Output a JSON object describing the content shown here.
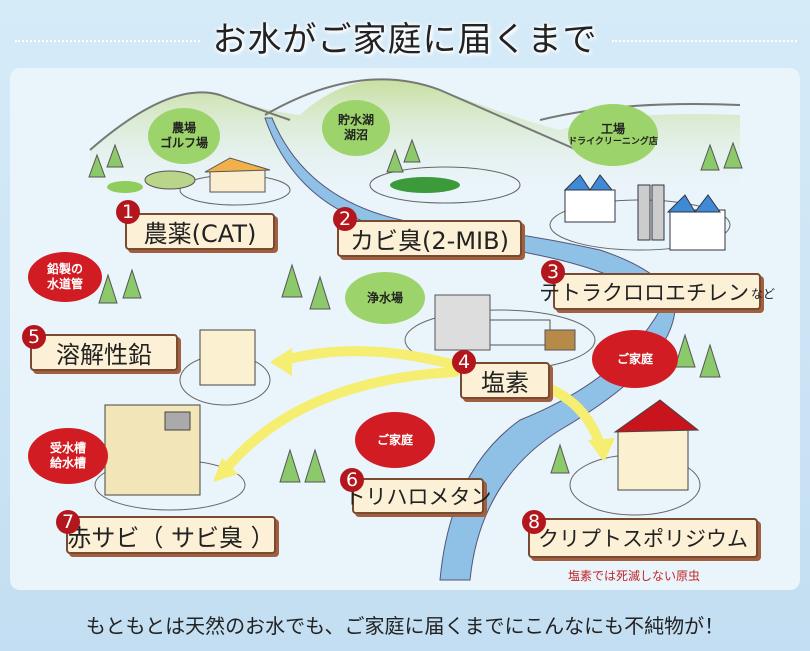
{
  "title": "お水がご家庭に届くまで",
  "labels": [
    {
      "num": "1",
      "text": "農薬(CAT)"
    },
    {
      "num": "2",
      "text": "カビ臭(2-MIB)"
    },
    {
      "num": "3",
      "text": "テトラクロロエチレン",
      "suffix": "など"
    },
    {
      "num": "4",
      "text": "塩素"
    },
    {
      "num": "5",
      "text": "溶解性鉛"
    },
    {
      "num": "6",
      "text": "トリハロメタン"
    },
    {
      "num": "7",
      "text": "赤サビ（ サビ臭 ）"
    },
    {
      "num": "8",
      "text": "クリプトスポリジウム"
    }
  ],
  "bubbles": {
    "farm": [
      "農場",
      "ゴルフ場"
    ],
    "reservoir": [
      "貯水湖",
      "湖沼"
    ],
    "factory": [
      "工場",
      "ドライクリーニング店"
    ],
    "purification": [
      "浄水場"
    ],
    "lead_pipe": [
      "鉛製の",
      "水道管"
    ],
    "home_right": [
      "ご家庭"
    ],
    "home_center": [
      "ご家庭"
    ],
    "tank": [
      "受水槽",
      "給水槽"
    ]
  },
  "note": "塩素では死滅しない原虫",
  "caption": "もともとは天然のお水でも、ご家庭に届くまでにこんなにも不純物が！",
  "colors": {
    "label_bg": "#fcf1d6",
    "number": "#b3161c",
    "green_bubble": "#9cd36b",
    "red_bubble": "#d01c22",
    "river": "#7fb6e0",
    "arrow": "#f5ee70"
  }
}
